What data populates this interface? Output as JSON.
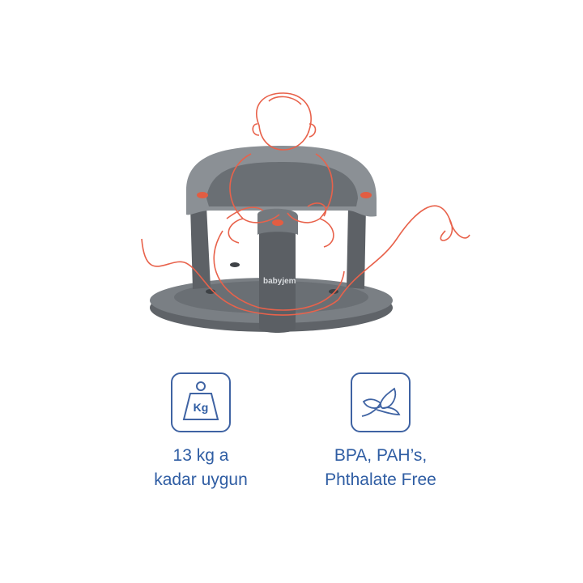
{
  "product": {
    "brand": "babyjem",
    "colors": {
      "body": "#6e7378",
      "ring": "#8b9095",
      "accent": "#e25d42",
      "line_art": "#e8624b"
    }
  },
  "features": [
    {
      "icon": "weight-icon",
      "icon_text": "Kg",
      "line1": "13 kg a",
      "line2": "kadar uygun"
    },
    {
      "icon": "leaf-icon",
      "line1": "BPA, PAH’s,",
      "line2": "Phthalate Free"
    }
  ],
  "colors": {
    "text": "#2f5da3",
    "icon_border": "#3f63a3"
  }
}
